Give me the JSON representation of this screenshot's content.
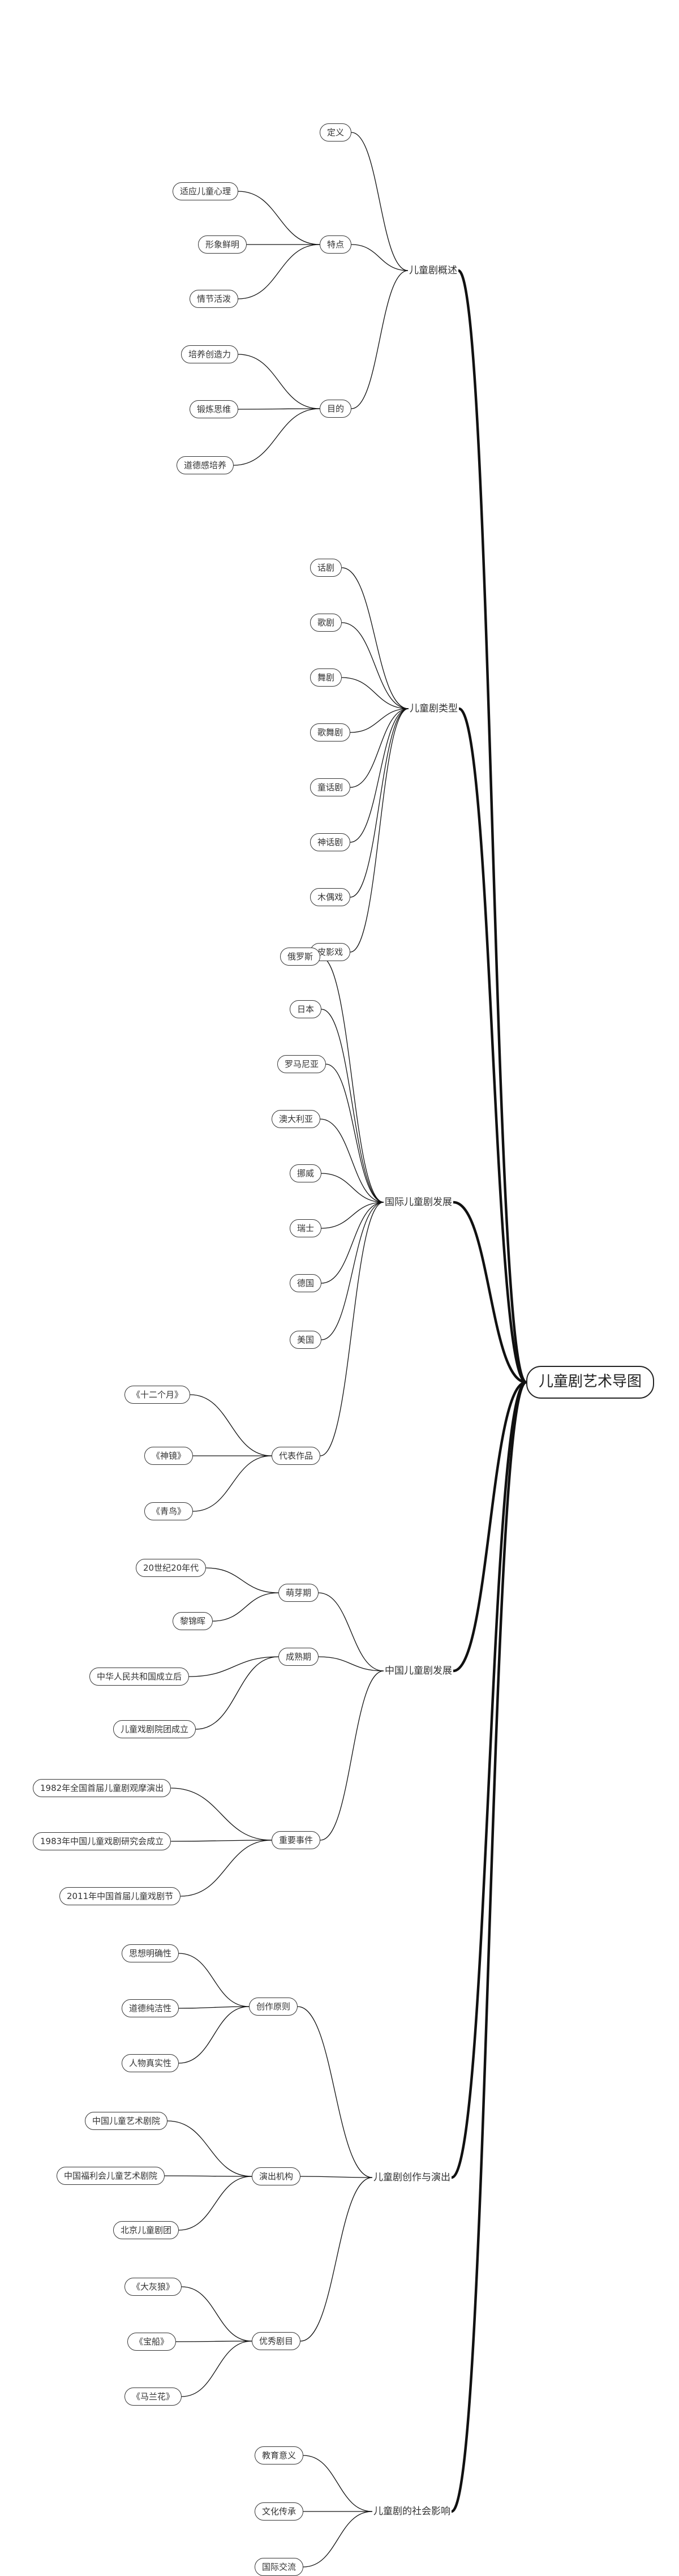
{
  "root": "儿童剧艺术导图",
  "branches": [
    {
      "label": "儿童剧概述",
      "children": [
        {
          "label": "定义"
        },
        {
          "label": "特点",
          "children": [
            {
              "label": "适应儿童心理"
            },
            {
              "label": "形象鲜明"
            },
            {
              "label": "情节活泼"
            }
          ]
        },
        {
          "label": "目的",
          "children": [
            {
              "label": "培养创造力"
            },
            {
              "label": "锻炼思维"
            },
            {
              "label": "道德感培养"
            }
          ]
        }
      ]
    },
    {
      "label": "儿童剧类型",
      "children": [
        {
          "label": "话剧"
        },
        {
          "label": "歌剧"
        },
        {
          "label": "舞剧"
        },
        {
          "label": "歌舞剧"
        },
        {
          "label": "童话剧"
        },
        {
          "label": "神话剧"
        },
        {
          "label": "木偶戏"
        },
        {
          "label": "皮影戏"
        }
      ]
    },
    {
      "label": "国际儿童剧发展",
      "children": [
        {
          "label": "俄罗斯"
        },
        {
          "label": "日本"
        },
        {
          "label": "罗马尼亚"
        },
        {
          "label": "澳大利亚"
        },
        {
          "label": "挪威"
        },
        {
          "label": "瑞士"
        },
        {
          "label": "德国"
        },
        {
          "label": "美国"
        },
        {
          "label": "代表作品",
          "children": [
            {
              "label": "《十二个月》"
            },
            {
              "label": "《神镜》"
            },
            {
              "label": "《青鸟》"
            }
          ]
        }
      ]
    },
    {
      "label": "中国儿童剧发展",
      "children": [
        {
          "label": "萌芽期",
          "children": [
            {
              "label": "20世纪20年代"
            },
            {
              "label": "黎锦晖"
            }
          ]
        },
        {
          "label": "成熟期",
          "children": [
            {
              "label": "中华人民共和国成立后"
            },
            {
              "label": "儿童戏剧院团成立"
            }
          ]
        },
        {
          "label": "重要事件",
          "children": [
            {
              "label": "1982年全国首届儿童剧观摩演出"
            },
            {
              "label": "1983年中国儿童戏剧研究会成立"
            },
            {
              "label": "2011年中国首届儿童戏剧节"
            }
          ]
        }
      ]
    },
    {
      "label": "儿童剧创作与演出",
      "children": [
        {
          "label": "创作原则",
          "children": [
            {
              "label": "思想明确性"
            },
            {
              "label": "道德纯洁性"
            },
            {
              "label": "人物真实性"
            }
          ]
        },
        {
          "label": "演出机构",
          "children": [
            {
              "label": "中国儿童艺术剧院"
            },
            {
              "label": "中国福利会儿童艺术剧院"
            },
            {
              "label": "北京儿童剧团"
            }
          ]
        },
        {
          "label": "优秀剧目",
          "children": [
            {
              "label": "《大灰狼》"
            },
            {
              "label": "《宝船》"
            },
            {
              "label": "《马兰花》"
            }
          ]
        }
      ]
    },
    {
      "label": "儿童剧的社会影响",
      "children": [
        {
          "label": "教育意义"
        },
        {
          "label": "文化传承"
        },
        {
          "label": "国际交流"
        }
      ]
    }
  ]
}
